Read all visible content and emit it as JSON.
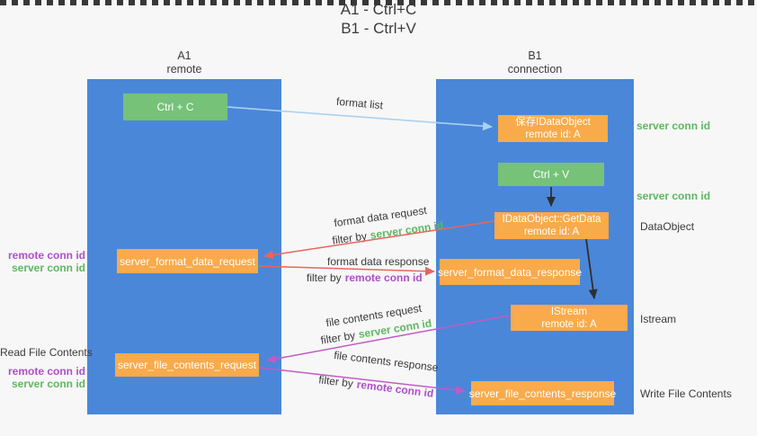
{
  "title": {
    "line1": "A1 - Ctrl+C",
    "line2": "B1 - Ctrl+V"
  },
  "columns": {
    "left": {
      "id": "A1",
      "name": "remote"
    },
    "right": {
      "id": "B1",
      "name": "connection"
    }
  },
  "boxes": {
    "ctrl_c": "Ctrl + C",
    "ctrl_v": "Ctrl + V",
    "remote_id": "remote id: A",
    "save_idataobject": "保存IDataObject",
    "getdata": "IDataObject::GetData",
    "istream": "IStream",
    "format_request": "server_format_data_request",
    "format_response": "server_format_data_response",
    "file_request": "server_file_contents_request",
    "file_response": "server_file_contents_response"
  },
  "flow_labels": {
    "format_list": "format list",
    "format_data_request": "format data request",
    "format_data_response": "format data response",
    "file_contents_request": "file contents request",
    "file_contents_response": "file contents response",
    "filter_by": "filter by",
    "server_conn_id": "server conn id",
    "remote_conn_id": "remote conn id"
  },
  "side_labels": {
    "server_conn_id": "server conn id",
    "remote_conn_id": "remote conn id",
    "dataobject": "DataObject",
    "istream": "Istream",
    "read_file_contents": "Read File Contents",
    "write_file_contents": "Write File Contents"
  },
  "palette": {
    "column_blue": "#4b87d9",
    "box_green": "#75c278",
    "box_orange": "#f9aa4b",
    "arrow_light_blue": "#a9d2ef",
    "arrow_red": "#e8655f",
    "arrow_magenta": "#c25ac5",
    "arrow_black": "#2f2f2f",
    "text_green": "#5cb860",
    "text_purple": "#ae4fc8",
    "background": "#f7f7f7"
  }
}
